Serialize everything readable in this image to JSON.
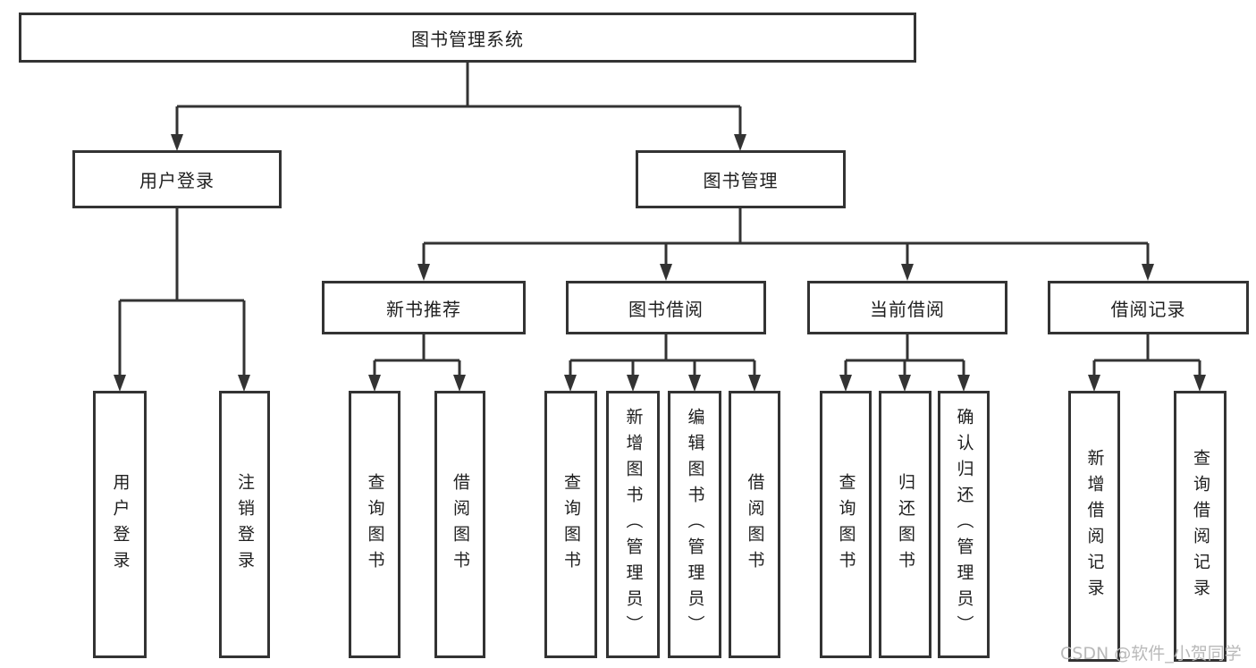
{
  "colors": {
    "line": "#333333",
    "text": "#1f1f1f",
    "watermark": "#b9b9b9",
    "background": "#ffffff"
  },
  "tree": {
    "root": {
      "label": "图书管理系统"
    },
    "branches": [
      {
        "label": "用户登录",
        "children": [
          {
            "label": "用户登录"
          },
          {
            "label": "注销登录"
          }
        ]
      },
      {
        "label": "图书管理",
        "children": [
          {
            "label": "新书推荐",
            "children": [
              {
                "label": "查询图书"
              },
              {
                "label": "借阅图书"
              }
            ]
          },
          {
            "label": "图书借阅",
            "children": [
              {
                "label": "查询图书"
              },
              {
                "label": "新增图书（管理员）"
              },
              {
                "label": "编辑图书（管理员）"
              },
              {
                "label": "借阅图书"
              }
            ]
          },
          {
            "label": "当前借阅",
            "children": [
              {
                "label": "查询图书"
              },
              {
                "label": "归还图书"
              },
              {
                "label": "确认归还（管理员）"
              }
            ]
          },
          {
            "label": "借阅记录",
            "children": [
              {
                "label": "新增借阅记录"
              },
              {
                "label": "查询借阅记录"
              }
            ]
          }
        ]
      }
    ]
  },
  "watermark": {
    "text": "CSDN @软件_小贺同学"
  }
}
